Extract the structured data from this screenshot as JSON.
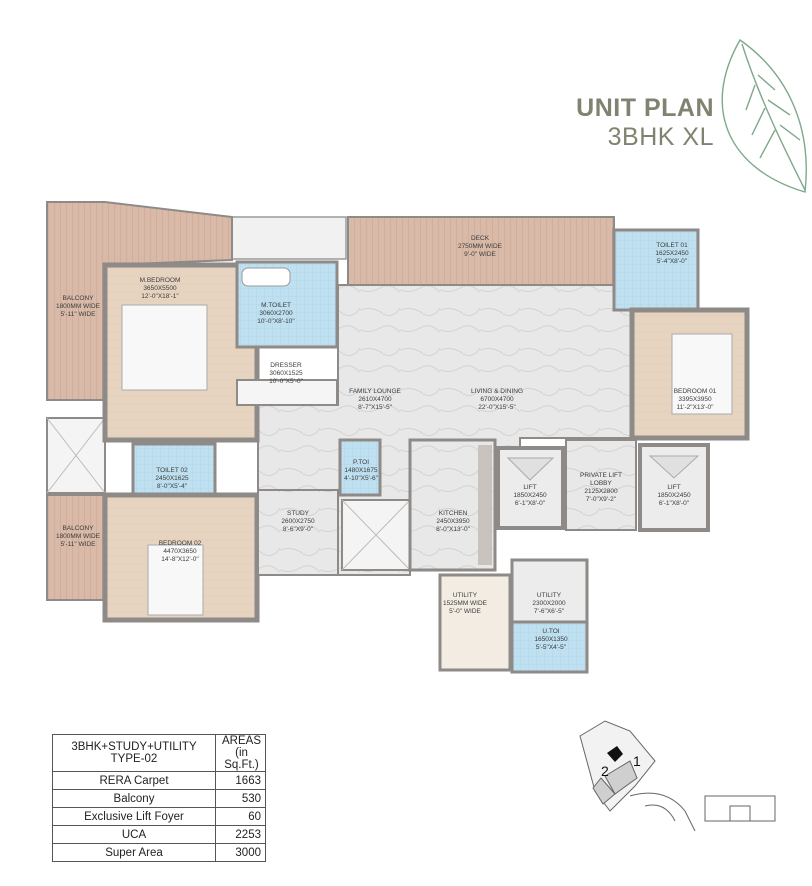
{
  "header": {
    "title_line1": "UNIT PLAN",
    "title_line2": "3BHK XL"
  },
  "rooms": {
    "deck": [
      "DECK",
      "2750MM WIDE",
      "9'-0\" WIDE"
    ],
    "balcony_top": [
      "BALCONY",
      "1800MM WIDE",
      "5'-11\" WIDE"
    ],
    "m_bedroom": [
      "M.BEDROOM",
      "3650X5500",
      "12'-0\"X18'-1\""
    ],
    "m_toilet": [
      "M.TOILET",
      "3060X2700",
      "10'-0\"X8'-10\""
    ],
    "dresser": [
      "DRESSER",
      "3060X1525",
      "10'-0\"X5'-0\""
    ],
    "toilet_01": [
      "TOILET 01",
      "1625X2450",
      "5'-4\"X8'-0\""
    ],
    "bedroom_01": [
      "BEDROOM 01",
      "3395X3950",
      "11'-2\"X13'-0\""
    ],
    "family_lounge": [
      "FAMILY LOUNGE",
      "2610X4700",
      "8'-7\"X15'-5\""
    ],
    "living_dining": [
      "LIVING & DINING",
      "6700X4700",
      "22'-0\"X15'-5\""
    ],
    "toilet_02": [
      "TOILET 02",
      "2450X1625",
      "8'-0\"X5'-4\""
    ],
    "p_toi": [
      "P.TOI",
      "1480X1675",
      "4'-10\"X5'-6\""
    ],
    "lift_left": [
      "LIFT",
      "1850X2450",
      "6'-1\"X8'-0\""
    ],
    "private_lobby": [
      "PRIVATE LIFT",
      "LOBBY",
      "2125X2800",
      "7'-0\"X9'-2\""
    ],
    "lift_right": [
      "LIFT",
      "1850X2450",
      "6'-1\"X8'-0\""
    ],
    "balcony_bottom": [
      "BALCONY",
      "1800MM WIDE",
      "5'-11\" WIDE"
    ],
    "bedroom_02": [
      "BEDROOM 02",
      "4470X3650",
      "14'-8\"X12'-0\""
    ],
    "study": [
      "STUDY",
      "2600X2750",
      "8'-6\"X9'-0\""
    ],
    "kitchen": [
      "KITCHEN",
      "2450X3950",
      "8'-0\"X13'-0\""
    ],
    "utility_wide": [
      "UTILITY",
      "1525MM WIDE",
      "5'-0\" WIDE"
    ],
    "utility": [
      "UTILITY",
      "2300X2000",
      "7'-6\"X6'-5\""
    ],
    "u_toi": [
      "U.TOI",
      "1650X1350",
      "5'-5\"X4'-5\""
    ]
  },
  "area_table": {
    "header": {
      "type": [
        "3BHK+STUDY+UTILITY",
        "TYPE-02"
      ],
      "areas": [
        "AREAS",
        "(in Sq.Ft.)"
      ]
    },
    "rows": [
      {
        "label": "RERA Carpet",
        "value": "1663"
      },
      {
        "label": "Balcony",
        "value": "530"
      },
      {
        "label": "Exclusive Lift Foyer",
        "value": "60"
      },
      {
        "label": "UCA",
        "value": "2253"
      },
      {
        "label": "Super Area",
        "value": "3000"
      }
    ]
  },
  "keyplan": {
    "unit_1": "1",
    "unit_2": "2"
  },
  "colors": {
    "wall": "#8e8a87",
    "wood": "#e7d6c5",
    "deck": "#d8b8a6",
    "marble": "#e6e6e6",
    "tile": "#b9ddee",
    "leaf": "#7fa88a",
    "title": "#7f8370"
  }
}
